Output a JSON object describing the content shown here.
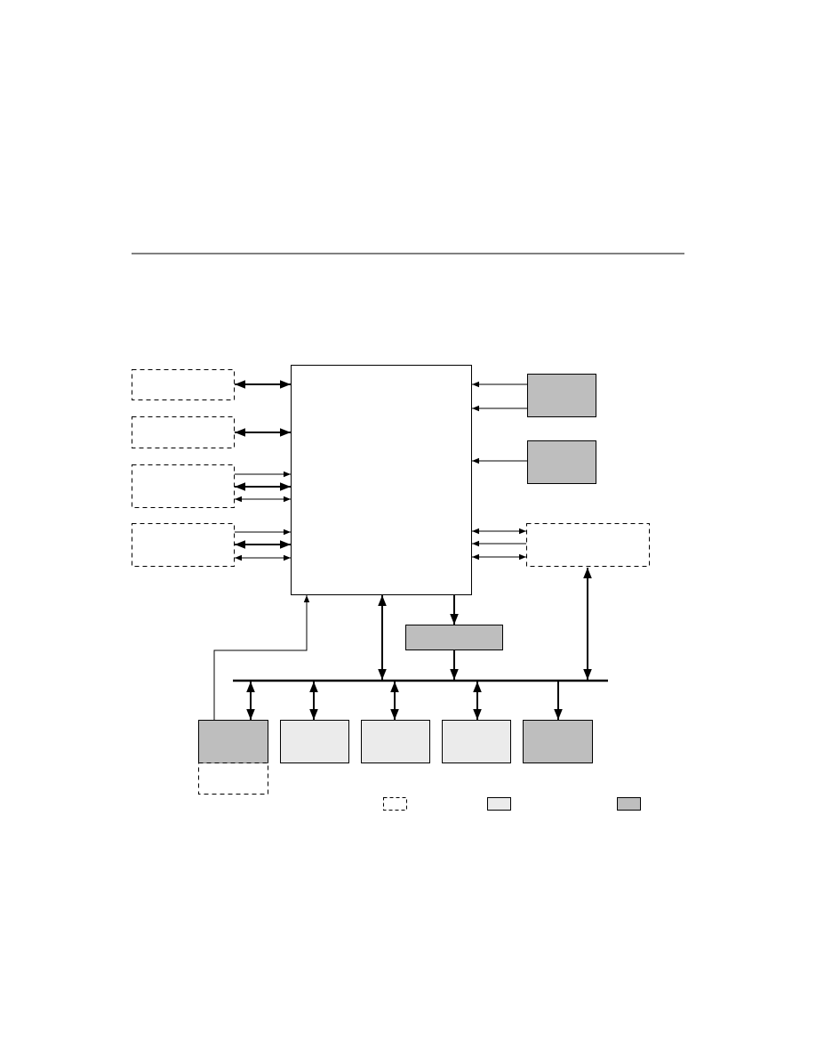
{
  "colors": {
    "page_background": "#ffffff",
    "stroke": "#000000",
    "white_fill": "#ffffff",
    "light_fill": "#ebebeb",
    "dark_fill": "#bebebe"
  },
  "diagram": {
    "header_rule": true,
    "blocks": {
      "central_block": {
        "style": "solid-white"
      },
      "left_block_1": {
        "style": "dashed"
      },
      "left_block_2": {
        "style": "dashed"
      },
      "left_block_3": {
        "style": "dashed"
      },
      "left_block_4": {
        "style": "dashed"
      },
      "right_block_1": {
        "style": "solid-dark"
      },
      "right_block_2": {
        "style": "solid-dark"
      },
      "right_block_3": {
        "style": "dashed"
      },
      "bridge_block": {
        "style": "solid-dark"
      },
      "bottom_block_1": {
        "style": "solid-dark"
      },
      "bottom_block_1_sub": {
        "style": "dashed"
      },
      "bottom_block_2": {
        "style": "solid-light"
      },
      "bottom_block_3": {
        "style": "solid-light"
      },
      "bottom_block_4": {
        "style": "solid-light"
      },
      "bottom_block_5": {
        "style": "solid-dark"
      }
    },
    "bus": {
      "style": "thick-line"
    },
    "legend": {
      "swatches": [
        {
          "style": "dashed"
        },
        {
          "style": "solid-light"
        },
        {
          "style": "solid-dark"
        }
      ]
    }
  }
}
